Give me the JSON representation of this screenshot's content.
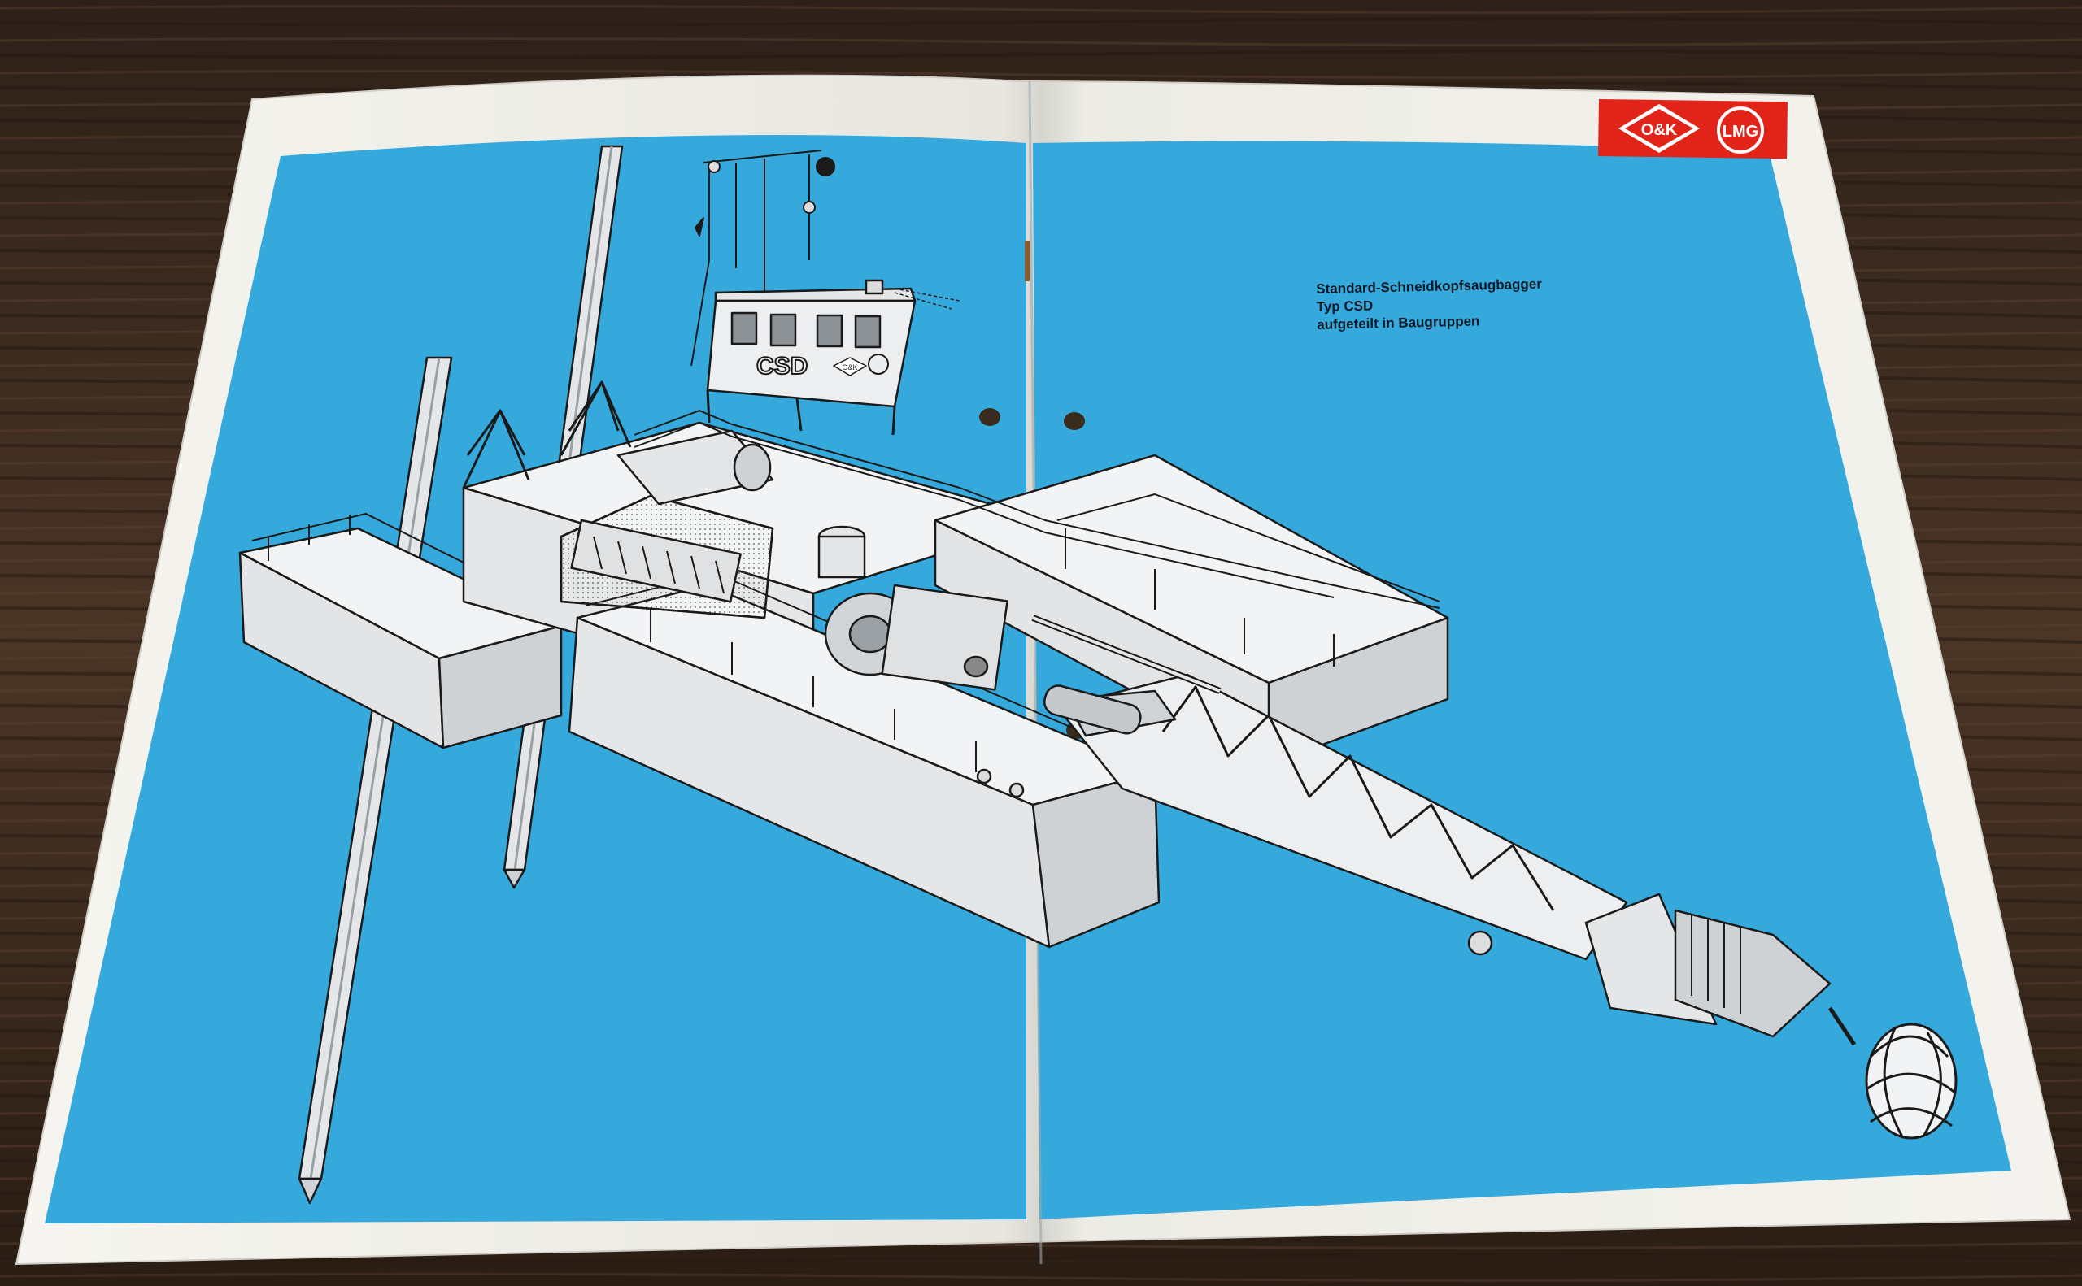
{
  "brochure": {
    "caption": {
      "line1": "Standard-Schneidkopfsaugbagger",
      "line2": "Typ CSD",
      "line3": "aufgeteilt in Baugruppen"
    },
    "cabin_label": "CSD",
    "logos": {
      "left": "O&K",
      "right": "LMG",
      "cabin_small": "O&K"
    }
  },
  "colors": {
    "table_wood": "#3a2a1e",
    "paper": "#f3f2ec",
    "blue_panel": "#35a9dc",
    "logo_red": "#e2231a",
    "drawing_fill": "#e4e6e8",
    "line": "#1a1a1a"
  }
}
